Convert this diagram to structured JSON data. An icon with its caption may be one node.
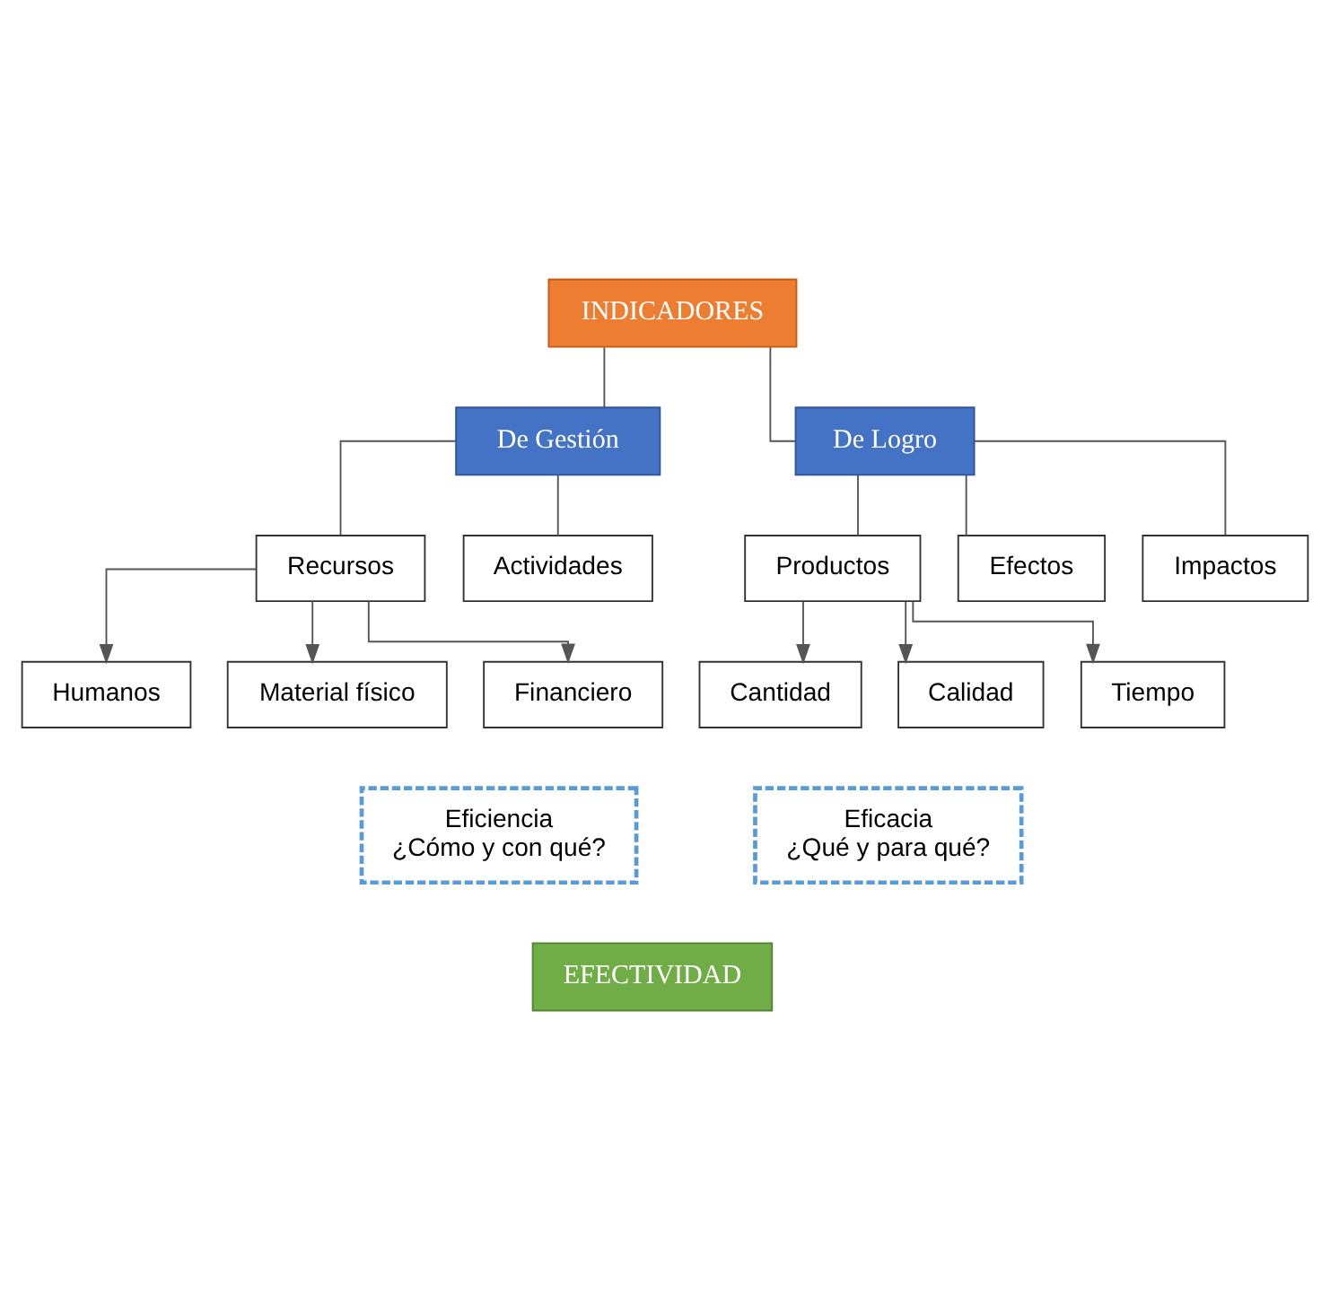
{
  "diagram": {
    "nodes": [
      {
        "text": [
          "INDICADORES"
        ]
      },
      {
        "text": [
          "De Gestión"
        ]
      },
      {
        "text": [
          "De Logro"
        ]
      },
      {
        "text": [
          "Recursos"
        ]
      },
      {
        "text": [
          "Actividades"
        ]
      },
      {
        "text": [
          "Productos"
        ]
      },
      {
        "text": [
          "Efectos"
        ]
      },
      {
        "text": [
          "Impactos"
        ]
      },
      {
        "text": [
          "Humanos"
        ]
      },
      {
        "text": [
          "Material físico"
        ]
      },
      {
        "text": [
          "Financiero"
        ]
      },
      {
        "text": [
          "Cantidad"
        ]
      },
      {
        "text": [
          "Calidad"
        ]
      },
      {
        "text": [
          "Tiempo"
        ]
      },
      {
        "text": [
          "Eficiencia",
          "¿Cómo y con qué?"
        ]
      },
      {
        "text": [
          "Eficacia",
          "¿Qué y para qué?"
        ]
      },
      {
        "text": [
          "EFECTIVIDAD"
        ]
      }
    ],
    "edges": [
      {
        "from": 0,
        "to": 1,
        "arrow": "none"
      },
      {
        "from": 0,
        "to": 2,
        "arrow": "none"
      },
      {
        "from": 1,
        "to": 3,
        "arrow": "none"
      },
      {
        "from": 1,
        "to": 4,
        "arrow": "none"
      },
      {
        "from": 2,
        "to": 5,
        "arrow": "none"
      },
      {
        "from": 2,
        "to": 6,
        "arrow": "none"
      },
      {
        "from": 2,
        "to": 7,
        "arrow": "none"
      },
      {
        "from": 3,
        "to": 8,
        "arrow": "to"
      },
      {
        "from": 3,
        "to": 9,
        "arrow": "to"
      },
      {
        "from": 3,
        "to": 10,
        "arrow": "to"
      },
      {
        "from": 5,
        "to": 11,
        "arrow": "to"
      },
      {
        "from": 5,
        "to": 12,
        "arrow": "to"
      },
      {
        "from": 5,
        "to": 13,
        "arrow": "to"
      }
    ]
  }
}
